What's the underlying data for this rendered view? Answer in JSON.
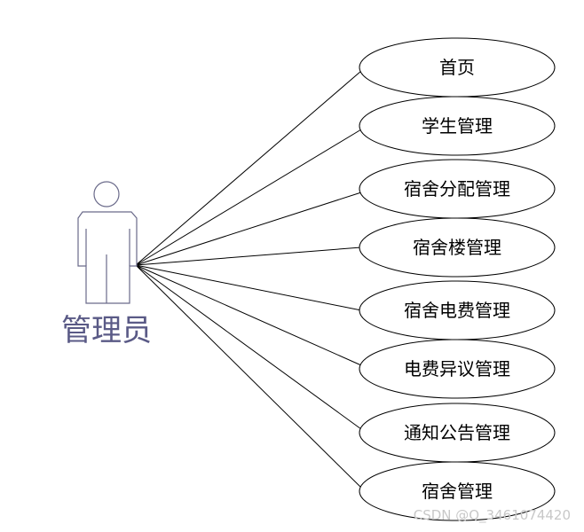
{
  "actor": {
    "name": "管理员"
  },
  "use_cases": [
    {
      "label": "首页"
    },
    {
      "label": "学生管理"
    },
    {
      "label": "宿舍分配管理"
    },
    {
      "label": "宿舍楼管理"
    },
    {
      "label": "宿舍电费管理"
    },
    {
      "label": "电费异议管理"
    },
    {
      "label": "通知公告管理"
    },
    {
      "label": "宿舍管理"
    }
  ],
  "watermark": "CSDN @Q_3461074420",
  "colors": {
    "actor_stroke": "#6a6a8a",
    "actor_label": "#5a5a86",
    "lines": "#000000",
    "watermark": "#c8c8c8"
  }
}
